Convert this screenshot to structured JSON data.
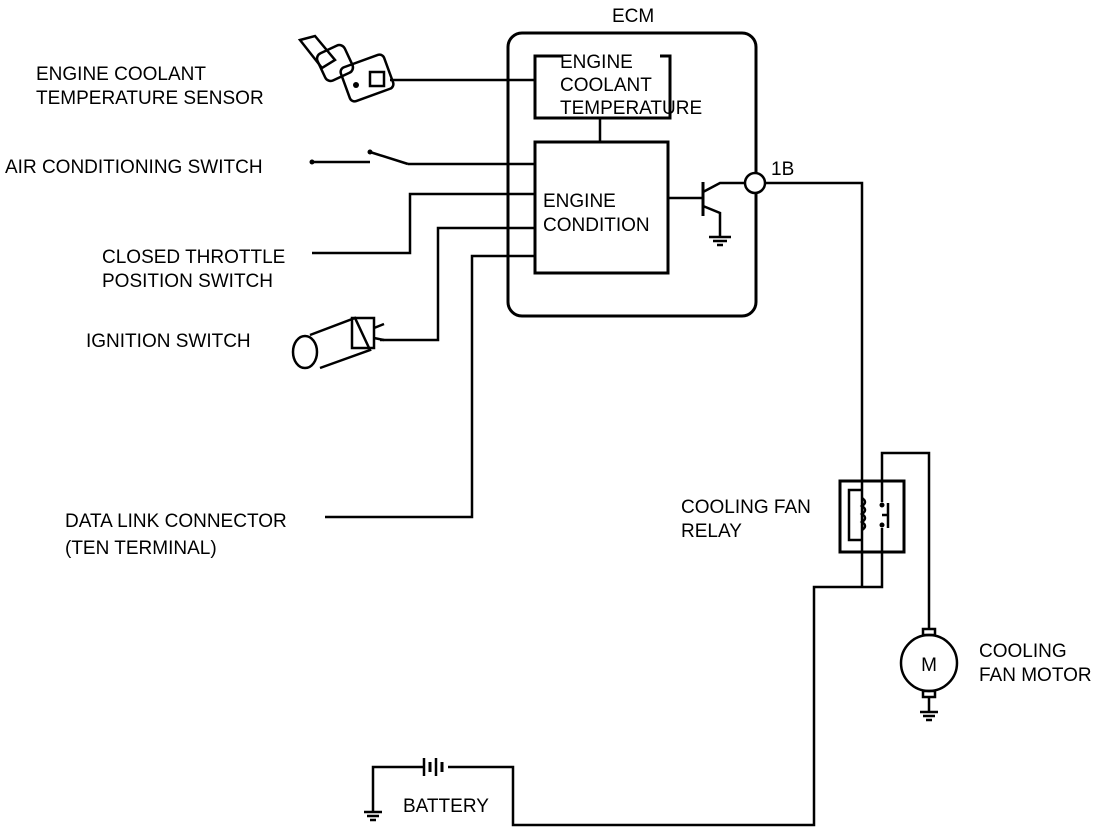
{
  "ecm": {
    "title": "ECM",
    "ect_block": [
      "ENGINE",
      "COOLANT",
      "TEMPERATURE"
    ],
    "condition_block": [
      "ENGINE",
      "CONDITION"
    ],
    "terminal": "1B"
  },
  "inputs": {
    "ect_sensor": [
      "ENGINE COOLANT",
      "TEMPERATURE SENSOR"
    ],
    "ac_switch": "AIR CONDITIONING SWITCH",
    "throttle": [
      "CLOSED THROTTLE",
      "POSITION SWITCH"
    ],
    "ignition": "IGNITION SWITCH",
    "dlc": [
      "DATA LINK CONNECTOR",
      "(TEN TERMINAL)"
    ]
  },
  "outputs": {
    "relay": [
      "COOLING FAN",
      "RELAY"
    ],
    "motor": [
      "COOLING",
      "FAN MOTOR"
    ],
    "motor_symbol": "M",
    "battery": "BATTERY"
  }
}
